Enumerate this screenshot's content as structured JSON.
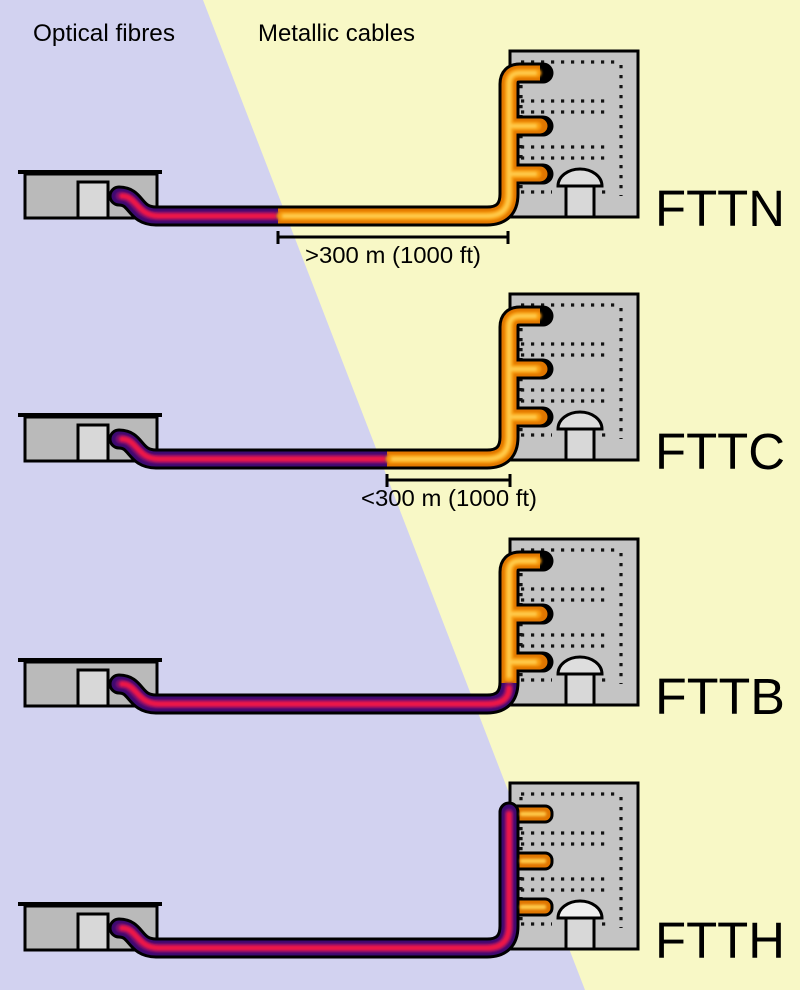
{
  "legend": {
    "optical_label": "Optical fibres",
    "metallic_label": "Metallic cables"
  },
  "rows": [
    {
      "label": "FTTN",
      "distance": ">300 m (1000 ft)"
    },
    {
      "label": "FTTC",
      "distance": "<300 m (1000 ft)"
    },
    {
      "label": "FTTB"
    },
    {
      "label": "FTTH"
    }
  ],
  "colors": {
    "optical_region": "#d2d2f0",
    "metallic_region": "#f8f8c6",
    "fibre_outer": "#3b0a70",
    "fibre_mid": "#7d1070",
    "fibre_core": "#ee1747",
    "copper_outer": "#e07600",
    "copper_mid": "#f89b10",
    "copper_core": "#ffc94a",
    "outline": "#000000",
    "exchange_fill": "#bababa",
    "building_fill": "#c4c4c4",
    "door_fill": "#d8d8d8",
    "arch_fill": "#dedede"
  }
}
